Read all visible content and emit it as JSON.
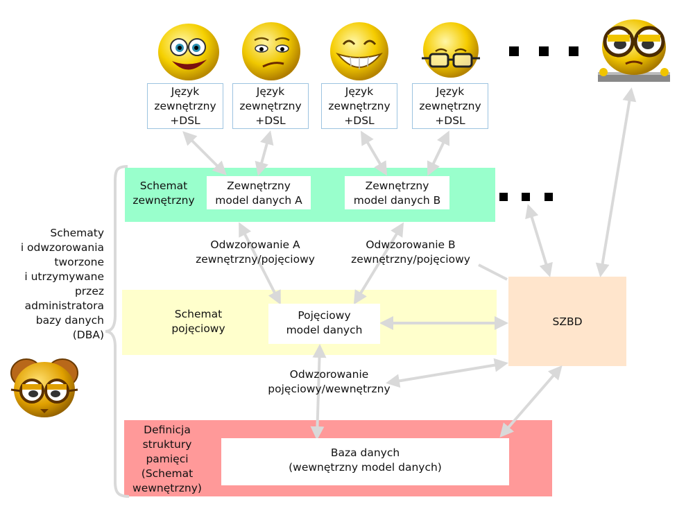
{
  "lang_boxes": [
    {
      "l1": "Język",
      "l2": "zewnętrzny",
      "l3": "+DSL"
    },
    {
      "l1": "Język",
      "l2": "zewnętrzny",
      "l3": "+DSL"
    },
    {
      "l1": "Język",
      "l2": "zewnętrzny",
      "l3": "+DSL"
    },
    {
      "l1": "Język",
      "l2": "zewnętrzny",
      "l3": "+DSL"
    }
  ],
  "external": {
    "label_l1": "Schemat",
    "label_l2": "zewnętrzny",
    "model_a_l1": "Zewnętrzny",
    "model_a_l2": "model danych A",
    "model_b_l1": "Zewnętrzny",
    "model_b_l2": "model danych B",
    "color": "#99ffcc"
  },
  "mappings": {
    "a_l1": "Odwzorowanie A",
    "a_l2": "zewnętrzny/pojęciowy",
    "b_l1": "Odwzorowanie B",
    "b_l2": "zewnętrzny/pojęciowy",
    "internal_l1": "Odwzorowanie",
    "internal_l2": "pojęciowy/wewnętrzny"
  },
  "conceptual": {
    "label_l1": "Schemat",
    "label_l2": "pojęciowy",
    "model_l1": "Pojęciowy",
    "model_l2": "model danych",
    "color": "#ffffcc"
  },
  "internal": {
    "label_l1": "Definicja",
    "label_l2": "struktury",
    "label_l3": "pamięci",
    "label_l4": "(Schemat",
    "label_l5": "wewnętrzny)",
    "db_l1": "Baza danych",
    "db_l2": "(wewnętrzny model danych)",
    "color": "#ff9999"
  },
  "dbms": {
    "label": "SZBD",
    "color": "#ffe5cc"
  },
  "dba_note": {
    "l1": "Schematy",
    "l2": "i odwzorowania",
    "l3": "tworzone",
    "l4": "i utrzymywane",
    "l5": "przez",
    "l6": "administratora",
    "l7": "bazy danych",
    "l8": "(DBA)"
  },
  "icons": [
    "smiley-icon",
    "smirk-icon",
    "grin-icon",
    "glasses-smiley-icon",
    "nerd-icon",
    "owl-dba-icon"
  ]
}
